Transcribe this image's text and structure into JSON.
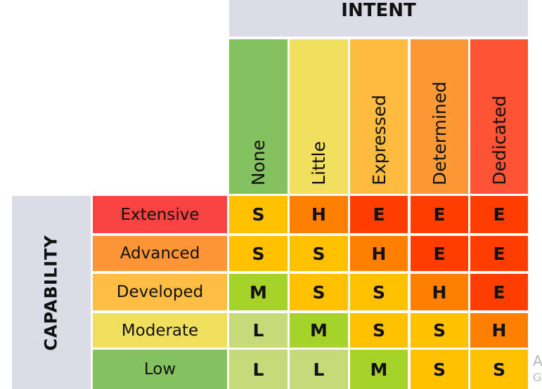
{
  "intent_label": "INTENT",
  "capability_label": "CAPABILITY",
  "columns": [
    {
      "label": "None",
      "color": "#86c160"
    },
    {
      "label": "Little",
      "color": "#f1df5d"
    },
    {
      "label": "Expressed",
      "color": "#fdbc3e"
    },
    {
      "label": "Determined",
      "color": "#fb9a35"
    },
    {
      "label": "Dedicated",
      "color": "#fc5434"
    }
  ],
  "rows": [
    {
      "label": "Extensive",
      "color": "#f94343",
      "cells": [
        "S",
        "H",
        "E",
        "E",
        "E"
      ]
    },
    {
      "label": "Advanced",
      "color": "#fb9536",
      "cells": [
        "S",
        "S",
        "H",
        "E",
        "E"
      ]
    },
    {
      "label": "Developed",
      "color": "#fdbd44",
      "cells": [
        "M",
        "S",
        "S",
        "H",
        "E"
      ]
    },
    {
      "label": "Moderate",
      "color": "#f1df5d",
      "cells": [
        "L",
        "M",
        "S",
        "S",
        "H"
      ]
    },
    {
      "label": "Low",
      "color": "#86c160",
      "cells": [
        "L",
        "L",
        "M",
        "S",
        "S"
      ]
    }
  ],
  "level_colors": {
    "E": "#ff3d00",
    "H": "#ff7f00",
    "S": "#ffc000",
    "M": "#a6d22a",
    "L": "#c6da7a"
  },
  "cutoff_text": [
    "A",
    "G"
  ]
}
